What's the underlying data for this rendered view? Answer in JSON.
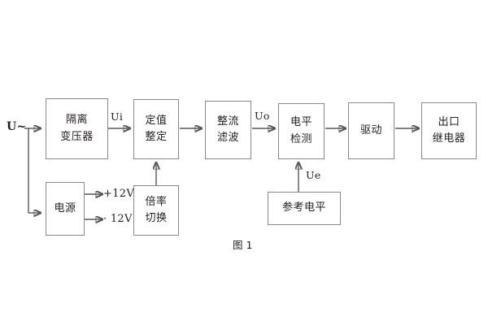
{
  "figure": {
    "caption": "图 1",
    "background_color": "#ffffff",
    "box_border_color": "#8a8a8a",
    "wire_color": "#58585a",
    "text_color": "#231f20"
  },
  "blocks": [
    {
      "id": "isolation-transformer",
      "lines": [
        "隔离",
        "变压器"
      ]
    },
    {
      "id": "power-supply",
      "lines": [
        "电源"
      ]
    },
    {
      "id": "setting-value",
      "lines": [
        "定值",
        "整定"
      ]
    },
    {
      "id": "multiplier-switch",
      "lines": [
        "倍率",
        "切换"
      ]
    },
    {
      "id": "rectify-filter",
      "lines": [
        "整流",
        "滤波"
      ]
    },
    {
      "id": "level-detection",
      "lines": [
        "电平",
        "检测"
      ]
    },
    {
      "id": "reference-level",
      "lines": [
        "参考电平"
      ]
    },
    {
      "id": "drive",
      "lines": [
        "驱动"
      ]
    },
    {
      "id": "output-relay",
      "lines": [
        "出口",
        "继电器"
      ]
    }
  ],
  "signals": {
    "input_supply": "U~",
    "ui": "Ui",
    "uo": "Uo",
    "ue": "Ue",
    "rail_positive": "+12V",
    "rail_negative": "· 12V"
  }
}
